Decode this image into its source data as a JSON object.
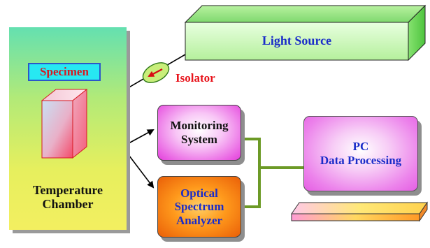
{
  "nodes": {
    "light_source": "Light Source",
    "isolator": "Isolator",
    "specimen": "Specimen",
    "chamber_line1": "Temperature",
    "chamber_line2": "Chamber",
    "monitor_line1": "Monitoring",
    "monitor_line2": "System",
    "osa_line1": "Optical",
    "osa_line2": "Spectrum",
    "osa_line3": "Analyzer",
    "pc_line1": "PC",
    "pc_line2": "Data Processing"
  },
  "colors": {
    "chamber_top": "#64e0b0",
    "chamber_bottom": "#f3ef60",
    "specimen_label_bg": "#27e8f2",
    "specimen_text": "#d81820",
    "light_source_face": "#d8fbc8",
    "isolator": "#c8ee7a",
    "isolator_text": "#e8141c",
    "monitor_fill": "#e43ddc",
    "osa_fill": "#ea5f08",
    "pc_fill": "#e55ee3",
    "connector": "#6c9a26",
    "blue_text": "#1a2cc9"
  }
}
